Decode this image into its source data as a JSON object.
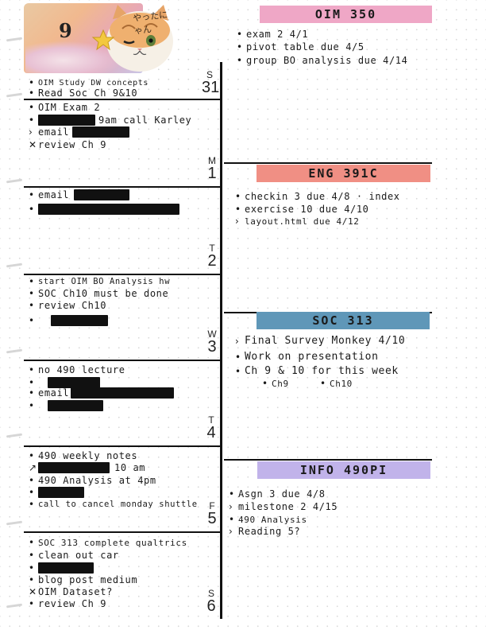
{
  "sticker": {
    "number": "9",
    "caption": "やったにゃん"
  },
  "colors": {
    "oim": "#efa7c6",
    "eng": "#f08f84",
    "soc": "#5f97b8",
    "info": "#c1b3ea"
  },
  "days": [
    {
      "letter": "S",
      "num": "31"
    },
    {
      "letter": "M",
      "num": "1"
    },
    {
      "letter": "T",
      "num": "2"
    },
    {
      "letter": "W",
      "num": "3"
    },
    {
      "letter": "T",
      "num": "4"
    },
    {
      "letter": "F",
      "num": "5"
    },
    {
      "letter": "S",
      "num": "6"
    }
  ],
  "top_entries": [
    "OIM Study DW concepts",
    "Read Soc Ch 9&10"
  ],
  "sun": [
    "OIM Exam 2",
    "9am call Karley",
    "email",
    "review Ch 9"
  ],
  "mon": [
    "email"
  ],
  "tue": [
    "start OIM BO Analysis hw",
    "SOC Ch10 must be done",
    "review Ch10"
  ],
  "wed": [
    "no 490 lecture",
    "email"
  ],
  "thu": [
    "490 weekly notes",
    "10 am",
    "490 Analysis at 4pm",
    "call to cancel monday shuttle"
  ],
  "fri": [
    "SOC 313 complete qualtrics",
    "clean out car",
    "blog post medium",
    "OIM Dataset?",
    "review Ch 9"
  ],
  "oim350": {
    "title": "OIM 350",
    "items": [
      "exam 2 4/1",
      "pivot table due 4/5",
      "group BO analysis due 4/14"
    ]
  },
  "eng391c": {
    "title": "ENG 391C",
    "items": [
      "checkin 3 due 4/8 · index",
      "exercise 10 due 4/10",
      "layout.html due 4/12"
    ]
  },
  "soc313": {
    "title": "SOC 313",
    "items": [
      "Final Survey Monkey 4/10",
      "Work on presentation",
      "Ch 9 & 10 for this week",
      "Ch9",
      "Ch10"
    ]
  },
  "info490": {
    "title": "INFO 490PI",
    "items": [
      "Asgn 3 due 4/8",
      "milestone 2 4/15",
      "490 Analysis",
      "Reading 5?"
    ]
  }
}
